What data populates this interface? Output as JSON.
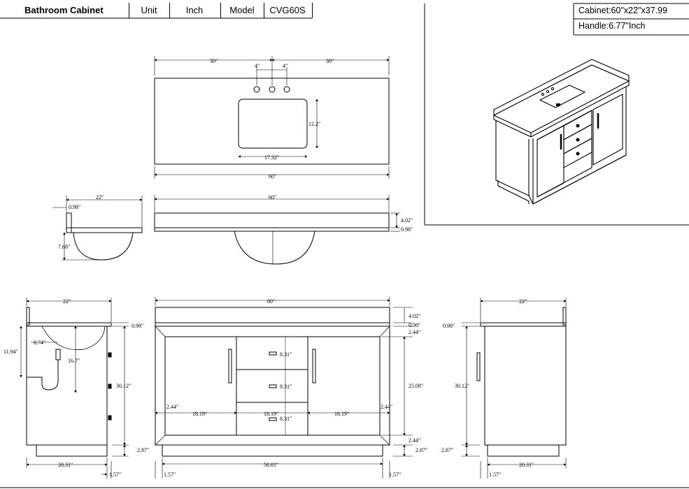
{
  "header": {
    "title": "Bathroom Cabinet",
    "unit_label": "Unit",
    "unit_value": "Inch",
    "model_label": "Model",
    "model_value": "CVG60S"
  },
  "specs": {
    "cabinet": "Cabinet:60\"x22\"x37.99",
    "handle": "Handle:6.77\"Inch"
  },
  "top_view": {
    "left_half": "30″",
    "right_half": "30″",
    "spread_left": "4″",
    "spread_right": "4″",
    "sink_depth": "12.2″",
    "sink_width": "17.32″",
    "total_width": "60″"
  },
  "counter_side": {
    "depth": "22″",
    "lip": "0.98″",
    "bowl_depth": "7.68″"
  },
  "counter_front": {
    "width": "60″",
    "thickness": "4.02″",
    "lip": "0.98″"
  },
  "left_side": {
    "depth": "22″",
    "top_lip": "0.98″",
    "drain_height": "11.94″",
    "drain_offset": "8.74″",
    "trap_height": "16.7″",
    "body_height": "30.12″",
    "toe_kick": "2.87″",
    "base_depth": "20.31″",
    "recess": "1.57″"
  },
  "front": {
    "width": "60″",
    "backsplash": "4.02″",
    "top_lip": "0.98″",
    "frame_top": "2.44″",
    "door_height": "25.08″",
    "frame_bottom": "2.44″",
    "toe_kick": "2.87″",
    "frame_left": "2.44″",
    "frame_right": "2.44″",
    "door_left": "18.19″",
    "drawer_width": "18.19″",
    "door_right": "18.19″",
    "drawer1": "8.31″",
    "drawer2": "8.31″",
    "drawer3": "8.31″",
    "base_width": "56.61″",
    "recess_left": "1.57″",
    "recess_right": "1.57″"
  },
  "right_side": {
    "depth": "22″",
    "top_lip": "0.98″",
    "body_height": "30.12″",
    "toe_kick": "2.87″",
    "base_depth": "20.31″",
    "recess": "1.57″"
  }
}
